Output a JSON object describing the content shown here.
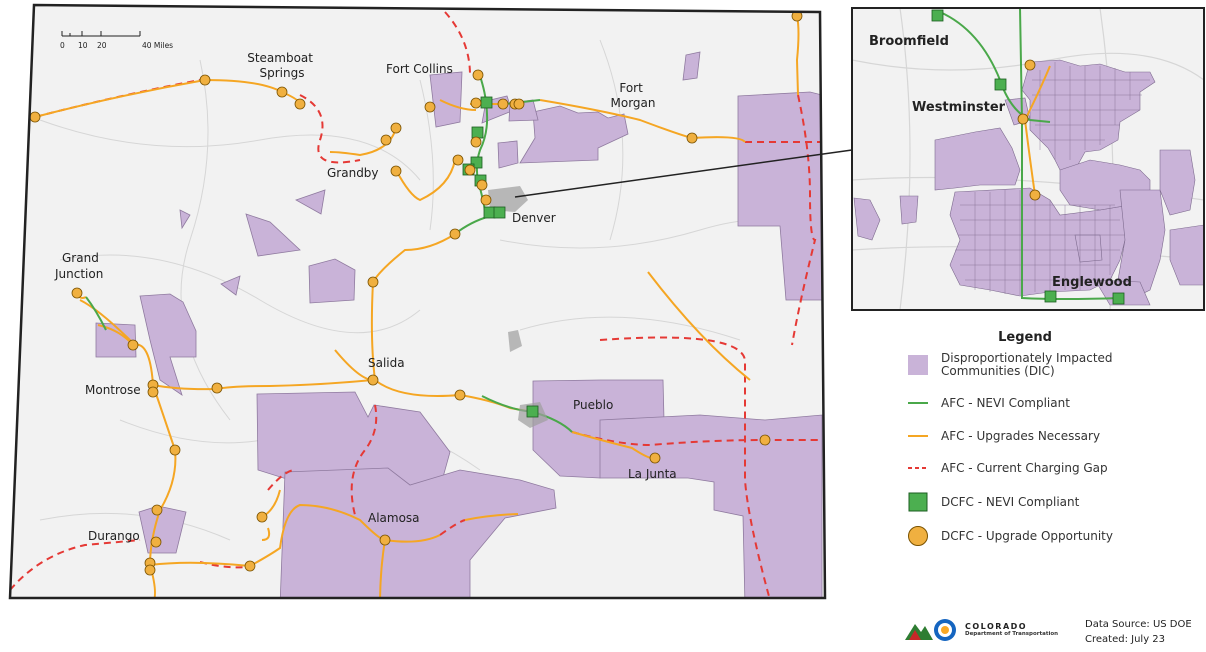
{
  "map": {
    "scale_labels": [
      "0",
      "10",
      "20",
      "40 Miles"
    ],
    "cities": [
      {
        "id": "steamboat",
        "lines": [
          "Steamboat",
          "Springs"
        ]
      },
      {
        "id": "fort-collins",
        "lines": [
          "Fort Collins"
        ]
      },
      {
        "id": "fort-morgan",
        "lines": [
          "Fort",
          "Morgan"
        ]
      },
      {
        "id": "grandby",
        "lines": [
          "Grandby"
        ]
      },
      {
        "id": "denver",
        "lines": [
          "Denver"
        ]
      },
      {
        "id": "grand-junction",
        "lines": [
          "Grand",
          "Junction"
        ]
      },
      {
        "id": "salida",
        "lines": [
          "Salida"
        ]
      },
      {
        "id": "montrose",
        "lines": [
          "Montrose"
        ]
      },
      {
        "id": "pueblo",
        "lines": [
          "Pueblo"
        ]
      },
      {
        "id": "la-junta",
        "lines": [
          "La Junta"
        ]
      },
      {
        "id": "alamosa",
        "lines": [
          "Alamosa"
        ]
      },
      {
        "id": "durango",
        "lines": [
          "Durango"
        ]
      }
    ],
    "inset_labels": [
      "Broomfield",
      "Westminster",
      "Englewood"
    ],
    "colors": {
      "dic_fill": "#c9b3d8",
      "dic_stroke": "#8f7a9f",
      "nevi_green": "#4aa84a",
      "upgrade_orange": "#f5a623",
      "gap_red": "#e53935",
      "dcfc_green": "#4caf50",
      "dcfc_orange": "#f0b040",
      "land": "#f2f2f2",
      "water_road": "#d8d8d8"
    }
  },
  "legend": {
    "title": "Legend",
    "items": [
      {
        "key": "dic",
        "label": "Disproportionately Impacted Communities (DIC)"
      },
      {
        "key": "afc-nevi",
        "label": "AFC - NEVI Compliant"
      },
      {
        "key": "afc-upgrade",
        "label": "AFC - Upgrades Necessary"
      },
      {
        "key": "afc-gap",
        "label": "AFC - Current Charging Gap"
      },
      {
        "key": "dcfc-nevi",
        "label": "DCFC - NEVI Compliant"
      },
      {
        "key": "dcfc-upgrade",
        "label": "DCFC - Upgrade Opportunity"
      }
    ]
  },
  "footer": {
    "agency_name": "COLORADO",
    "agency_dept": "Department of Transportation",
    "data_source": "Data Source: US DOE",
    "created": "Created: July 23"
  }
}
